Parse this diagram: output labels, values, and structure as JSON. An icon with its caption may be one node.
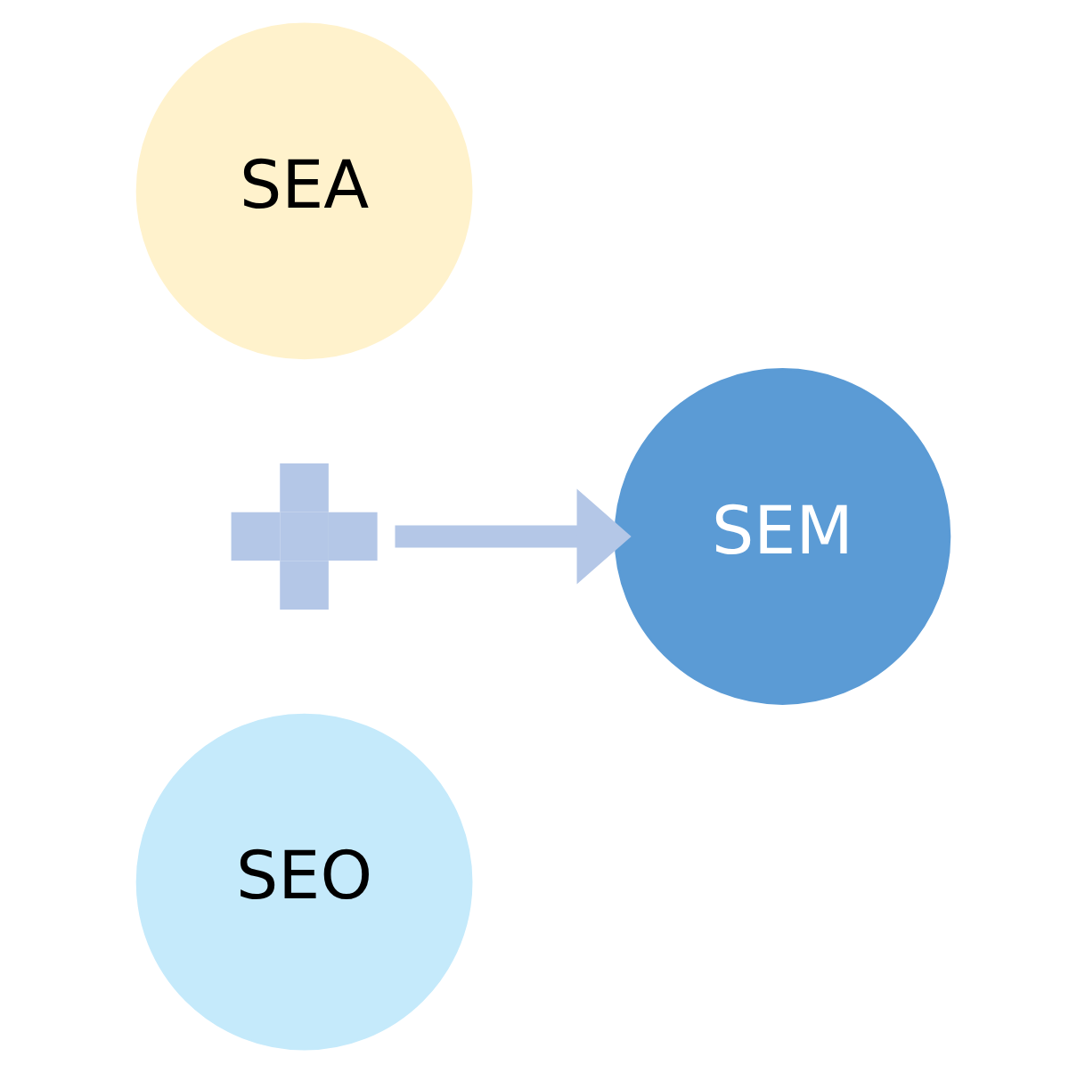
{
  "diagram": {
    "nodes": [
      {
        "text": [
          "SEA"
        ]
      },
      {
        "text": [],
        "shape": "plus"
      },
      {
        "text": [
          "SEO"
        ]
      },
      {
        "text": [
          "SEM"
        ]
      }
    ],
    "edges": [
      {
        "from": 1,
        "to": 3,
        "arrow": "to"
      }
    ]
  }
}
